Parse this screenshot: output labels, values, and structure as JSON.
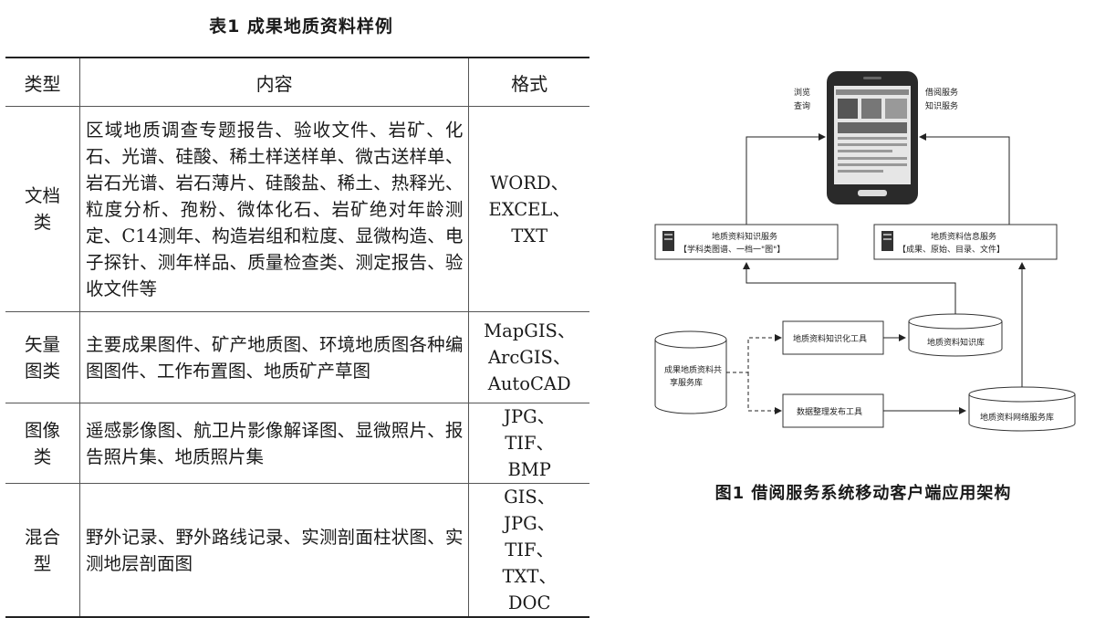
{
  "table": {
    "title": "表1  成果地质资料样例",
    "headers": [
      "类型",
      "内容",
      "格式"
    ],
    "rows": [
      {
        "type": "文档类",
        "content": "区域地质调查专题报告、验收文件、岩矿、化石、光谱、硅酸、稀土样送样单、微古送样单、岩石光谱、岩石薄片、硅酸盐、稀土、热释光、粒度分析、孢粉、微体化石、岩矿绝对年龄测定、C14测年、构造岩组和粒度、显微构造、电子探针、测年样品、质量检查类、测定报告、验收文件等",
        "format": "WORD、EXCEL、TXT"
      },
      {
        "type": "矢量图类",
        "content": "主要成果图件、矿产地质图、环境地质图各种编图图件、工作布置图、地质矿产草图",
        "format": "MapGIS、ArcGIS、AutoCAD"
      },
      {
        "type": "图像类",
        "content": "遥感影像图、航卫片影像解译图、显微照片、报告照片集、地质照片集",
        "format": "JPG、TIF、BMP"
      },
      {
        "type": "混合型",
        "content": "野外记录、野外路线记录、实测剖面柱状图、实测地层剖面图",
        "format": "GIS、JPG、TIF、TXT、DOC"
      }
    ]
  },
  "figure": {
    "caption": "图1  借阅服务系统移动客户端应用架构",
    "phone_left_label": [
      "浏览",
      "查询"
    ],
    "phone_right_label": [
      "借阅服务",
      "知识服务"
    ],
    "knowledge_service": {
      "title": "地质资料知识服务",
      "subtitle": "【学科类图谱、一档一\"图\"】"
    },
    "info_service": {
      "title": "地质资料信息服务",
      "subtitle": "【成果、原始、目录、文件】"
    },
    "shared_db": [
      "成果地质资料共",
      "享服务库"
    ],
    "knowledge_tool": "地质资料知识化工具",
    "knowledge_db": "地质资料知识库",
    "publish_tool": "数据整理发布工具",
    "network_db": "地质资料网络服务库"
  }
}
